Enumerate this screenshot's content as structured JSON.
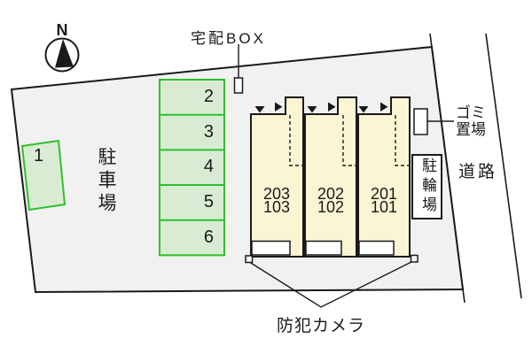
{
  "colors": {
    "site_fill": "#f1f1f1",
    "outline": "#1a1a1a",
    "parking_fill": "#d9ecd3",
    "parking_border": "#2cc12c",
    "building_fill": "#fbf5d3"
  },
  "compass": {
    "north_label": "N"
  },
  "labels": {
    "delivery_box": "宅配BOX",
    "parking_lot": "駐車場",
    "garbage_area": [
      "ゴミ",
      "置場"
    ],
    "bicycle_parking": "駐輪場",
    "road": "道路",
    "security_camera": "防犯カメラ"
  },
  "parking_spaces": [
    "1",
    "2",
    "3",
    "4",
    "5",
    "6"
  ],
  "building_units": [
    {
      "upper": "203",
      "lower": "103"
    },
    {
      "upper": "202",
      "lower": "102"
    },
    {
      "upper": "201",
      "lower": "101"
    }
  ]
}
